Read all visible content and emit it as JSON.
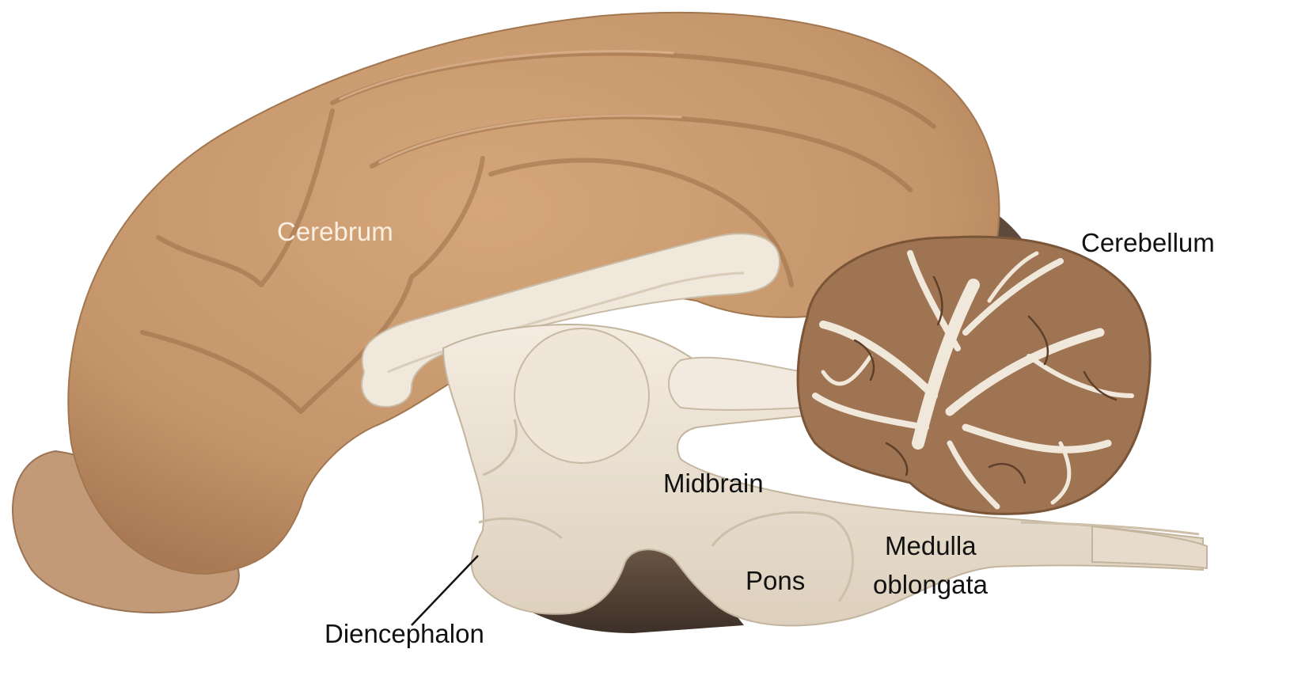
{
  "labels": {
    "cerebrum": "Cerebrum",
    "cerebellum": "Cerebellum",
    "midbrain": "Midbrain",
    "pons": "Pons",
    "medulla_line1": "Medulla",
    "medulla_line2": "oblongata",
    "diencephalon": "Diencephalon"
  },
  "colors": {
    "cerebrum": "#c4946a",
    "cerebellum": "#9f7452",
    "brainstem": "#ece2d3",
    "background": "#ffffff"
  }
}
